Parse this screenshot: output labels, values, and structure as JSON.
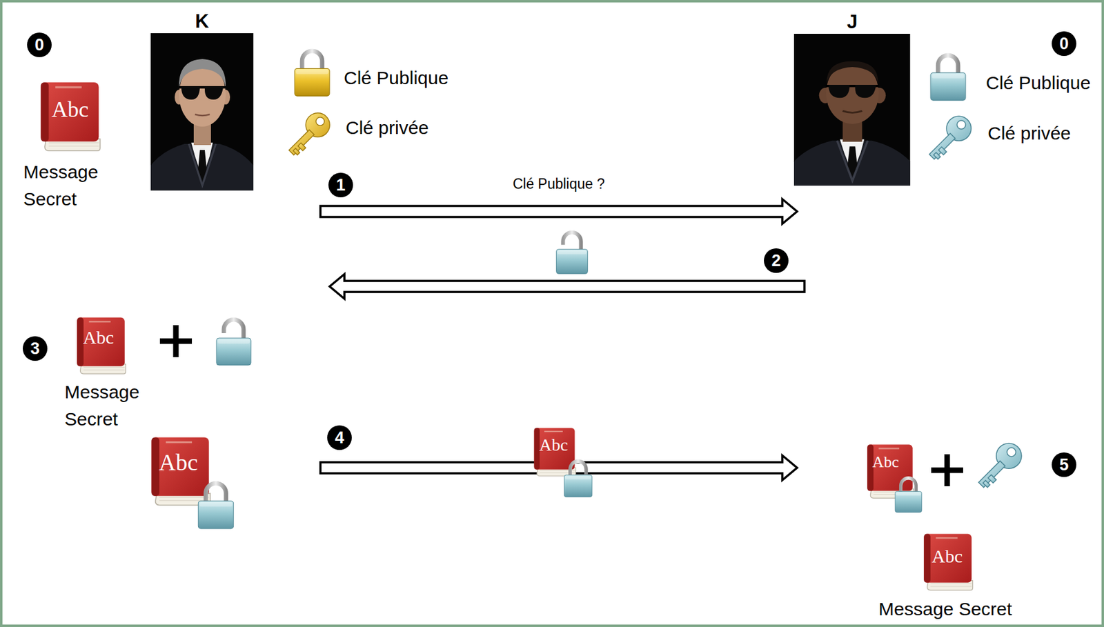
{
  "diagram": {
    "nodes": [
      {
        "text": [
          "K"
        ]
      },
      {
        "text": [
          "J"
        ]
      }
    ],
    "edges": [
      {
        "from": 0,
        "to": 1,
        "arrow": "to",
        "label": "Clé Publique ?"
      },
      {
        "from": 1,
        "to": 0,
        "arrow": "to"
      },
      {
        "from": 0,
        "to": 1,
        "arrow": "to"
      }
    ],
    "labels": [
      "0",
      "Clé Publique",
      "Clé privée",
      "Abc",
      "Message Secret",
      "Clé Publique",
      "Clé privée",
      "0",
      "1",
      "2",
      "3",
      "Abc",
      "Message Secret",
      "4",
      "Abc",
      "Abc",
      "Abc",
      "5",
      "Abc",
      "Message Secret"
    ]
  }
}
